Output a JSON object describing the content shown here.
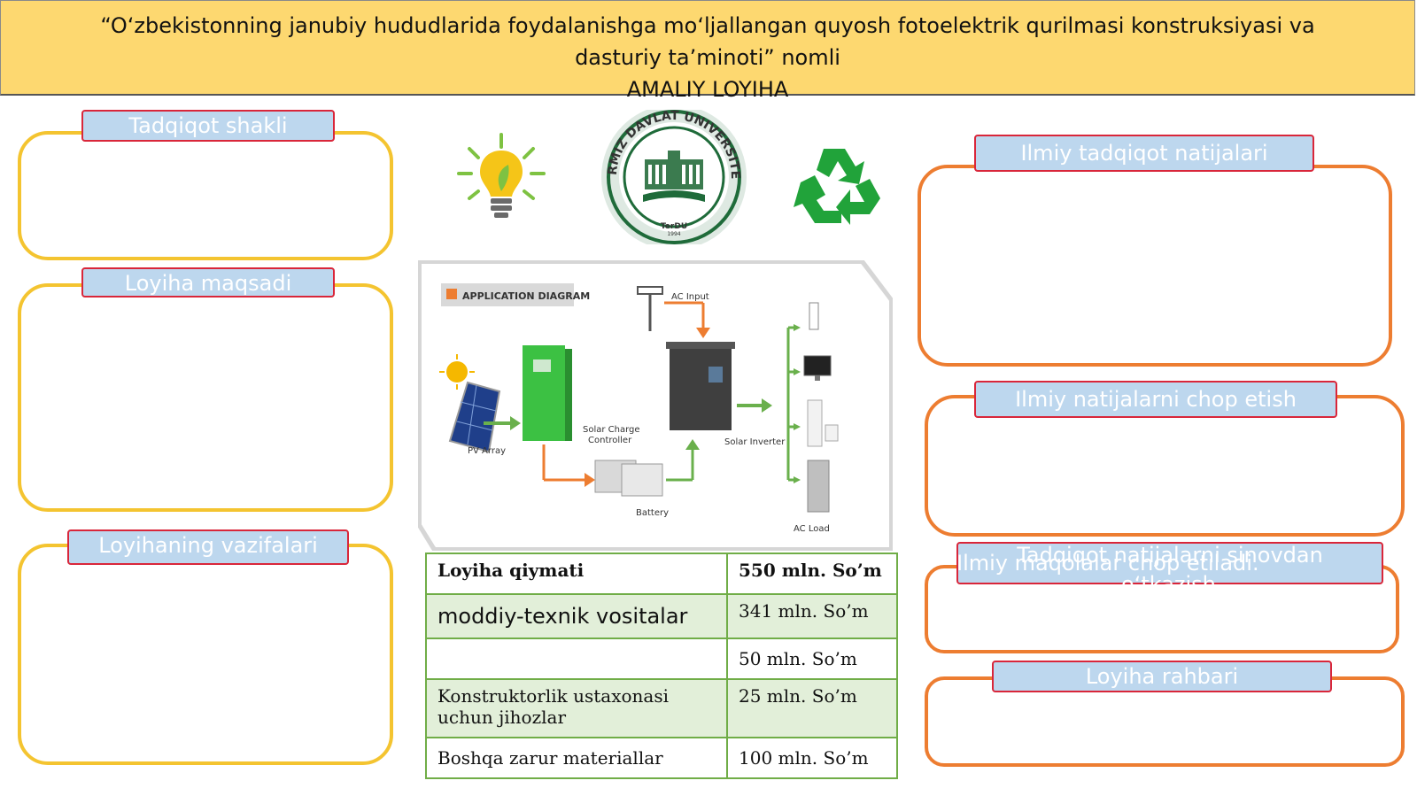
{
  "header": {
    "line1": "“O‘zbekistonning janubiy hududlarida foydalanishga mo‘ljallangan quyosh fotoelektrik qurilmasi konstruksiyasi va",
    "line2": "dasturiy ta’minoti” nomli",
    "line3": "AMALIY LOYIHA"
  },
  "left_panels": {
    "research_form": "Tadqiqot shakli",
    "project_goal": "Loyiha maqsadi",
    "project_tasks": "Loyihaning vazifalari"
  },
  "right_panels": {
    "research_results": "Ilmiy tadqiqot natijalari",
    "publishing": "Ilmiy natijalarni chop etish",
    "testing_line1": "Tadqiqot natijalarni sinovdan",
    "testing_line2": "o‘tkazish",
    "overlap_text": "Ilmiy maqolalar chop etiladi.",
    "supervisor": "Loyiha rahbari"
  },
  "logo": {
    "top_text": "TERMIZ DAVLAT UNIVERSITETI",
    "abbr": "TerDU",
    "year": "1994"
  },
  "diagram": {
    "title": "APPLICATION DIAGRAM",
    "ac_input": "AC Input",
    "pv_array": "PV Array",
    "controller_line1": "Solar Charge",
    "controller_line2": "Controller",
    "inverter": "Solar Inverter",
    "battery": "Battery",
    "ac_load": "AC Load"
  },
  "cost_table": {
    "rows": [
      {
        "label": "Loyiha qiymati",
        "value": "550 mln. So’m"
      },
      {
        "label": "moddiy-texnik vositalar",
        "value": "341 mln. So’m"
      },
      {
        "label": "",
        "value": "50 mln. So’m"
      },
      {
        "label": "Konstruktorlik ustaxonasi uchun jihozlar",
        "value": "25 mln. So’m"
      },
      {
        "label": "Boshqa zarur materiallar",
        "value": "100 mln. So’m"
      }
    ]
  },
  "colors": {
    "header_bg": "#fdd870",
    "left_box_border": "#f4c430",
    "right_box_border": "#ed7d31",
    "pill_bg": "#bdd7ee",
    "pill_border": "#d9263a",
    "table_border": "#70ad47",
    "table_fill": "#e2efd9"
  },
  "icons": [
    "lightbulb-icon",
    "university-logo",
    "recycle-icon"
  ]
}
